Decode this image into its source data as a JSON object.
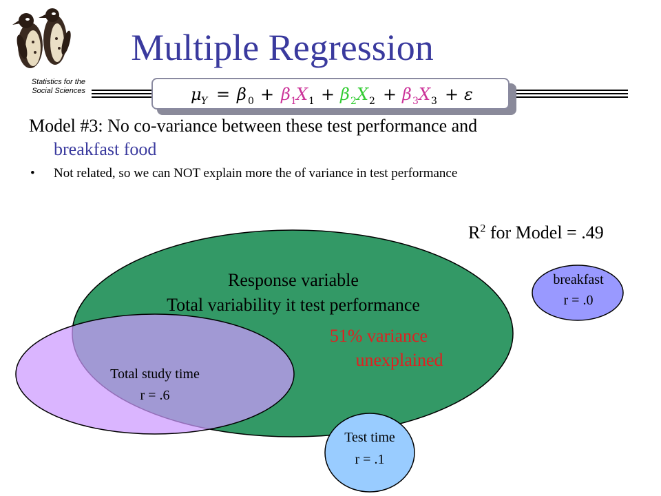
{
  "logo": {
    "caption_line1": "Statistics for the",
    "caption_line2": "Social Sciences"
  },
  "title": "Multiple Regression",
  "equation": {
    "lhs": "μ",
    "lhs_sub": "Y",
    "eq": "=",
    "beta0": "β",
    "beta0_sub": "0",
    "plus": "+",
    "beta1": "β",
    "beta1_sub": "1",
    "x1": "X",
    "x1_sub": "1",
    "beta2": "β",
    "beta2_sub": "2",
    "x2": "X",
    "x2_sub": "2",
    "beta3": "β",
    "beta3_sub": "3",
    "x3": "X",
    "x3_sub": "3",
    "eps": "ε",
    "colors": {
      "beta1": "#cc3399",
      "beta2": "#33cc33",
      "beta3": "#cc3399"
    }
  },
  "model": {
    "line1": "Model #3: No co-variance between these test performance and",
    "line2": "breakfast food"
  },
  "bullet": {
    "dot": "•",
    "text": "Not related, so we can NOT explain more the of variance in test performance"
  },
  "r2": {
    "prefix": "R",
    "sup": "2",
    "suffix": " for Model = .49"
  },
  "diagram": {
    "response_title": "Response  variable",
    "response_subtitle": "Total variability it test performance",
    "unexplained_line1": "51% variance",
    "unexplained_line2": "unexplained",
    "study_name": "Total study time",
    "study_r": "r = .6",
    "test_name": "Test time",
    "test_r": "r = .1",
    "breakfast_name": "breakfast",
    "breakfast_r": "r = .0",
    "colors": {
      "response": "#339966",
      "study": "#cc99ff",
      "test": "#99ccff",
      "breakfast": "#9999ff",
      "title": "#3a3a9e",
      "unexplained": "#e02020"
    }
  }
}
